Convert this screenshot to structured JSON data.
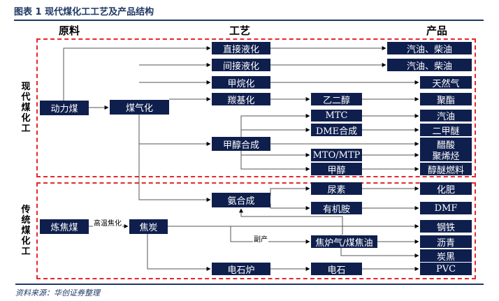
{
  "figure_title": "图表 1   现代煤化工工艺及产品结构",
  "headers": {
    "raw_material": "原料",
    "process": "工艺",
    "product": "产品"
  },
  "regions": {
    "modern": "现代煤化工",
    "traditional": "传统煤化工"
  },
  "nodes": {
    "power_coal": "动力煤",
    "coal_gasification": "煤气化",
    "direct_liquefaction": "直接液化",
    "indirect_liquefaction": "间接液化",
    "methanation": "甲烷化",
    "carbonylation": "羰基化",
    "methanol_synthesis": "甲醇合成",
    "ethylene_glycol": "乙二醇",
    "mtc": "MTC",
    "dme_synthesis": "DME合成",
    "mto_mtp": "MTO/MTP",
    "methanol": "甲醇",
    "gasoline_diesel_1": "汽油、柴油",
    "gasoline_diesel_2": "汽油、柴油",
    "natural_gas": "天然气",
    "polyester": "聚酯",
    "gasoline": "汽油",
    "dimethyl_ether": "二甲醚",
    "acetic_acid": "醋酸",
    "polyolefin": "聚烯烃",
    "alcohol_ether_fuel": "醇醚燃料",
    "coking_coal": "炼焦煤",
    "coke": "焦炭",
    "ammonia_synthesis": "氨合成",
    "urea": "尿素",
    "organic_amine": "有机胺",
    "coke_oven_gas_tar": "焦炉气/煤焦油",
    "carbide_furnace": "电石炉",
    "calcium_carbide": "电石",
    "fertilizer": "化肥",
    "dmf": "DMF",
    "steel": "钢铁",
    "asphalt": "沥青",
    "carbon_black": "炭黑",
    "pvc": "PVC"
  },
  "edge_labels": {
    "high_temp_coking": "高温焦化",
    "byproduct": "副产"
  },
  "source_note": "资料来源：华创证券整理"
}
